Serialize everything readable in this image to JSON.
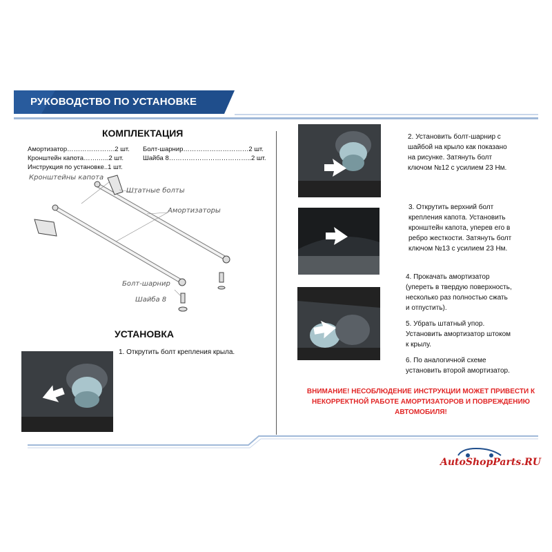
{
  "header": {
    "title": "РУКОВОДСТВО ПО УСТАНОВКЕ"
  },
  "kit": {
    "title": "КОМПЛЕКТАЦИЯ",
    "left_items": [
      "Амортизатор………………….2 шт.",
      "Кронштейн капота…….…..2 шт.",
      "Инструкция по установке..1 шт."
    ],
    "right_items": [
      "Болт-шарнир…………………………2 шт.",
      "Шайба 8………………………………..2 шт."
    ]
  },
  "diagram": {
    "labels": {
      "brackets": "Кронштейны капота",
      "std_bolts": "Штатные болты",
      "shocks": "Амортизаторы",
      "ball_bolt": "Болт-шарнир",
      "washer": "Шайба 8"
    }
  },
  "install": {
    "title": "УСТАНОВКА",
    "step1": "1. Открутить болт крепления крыла.",
    "step2": [
      "2. Установить болт-шарнир с",
      "шайбой на крыло как показано",
      "на рисунке. Затянуть болт",
      "ключом №12 с усилием 23 Нм."
    ],
    "step3": [
      "3. Открутить верхний болт",
      "крепления капота. Установить",
      "кронштейн капота, уперев его в",
      "ребро жесткости. Затянуть болт",
      "ключом №13 с усилием 23 Нм."
    ],
    "step4": [
      "4. Прокачать амортизатор",
      "(уперeть в твердую поверхность,",
      "несколько раз полностью сжать",
      "и отпустить)."
    ],
    "step5": [
      "5. Убрать штатный упор.",
      "Установить амортизатор штоком",
      "к крылу."
    ],
    "step6": [
      "6. По аналогичной схеме",
      "установить второй амортизатор."
    ]
  },
  "warning": [
    "ВНИМАНИЕ! НЕСОБЛЮДЕНИЕ ИНСТРУКЦИИ МОЖЕТ ПРИВЕСТИ К",
    "НЕКОРРЕКТНОЙ РАБОТЕ АМОРТИЗАТОРОВ И ПОВРЕЖДЕНИЮ",
    "АВТОМОБИЛЯ!"
  ],
  "logo": {
    "text": "AutoShopParts.RU"
  },
  "colors": {
    "header_blue": "#1f4e8c",
    "warning_red": "#e12626",
    "logo_red": "#c31d1d"
  }
}
